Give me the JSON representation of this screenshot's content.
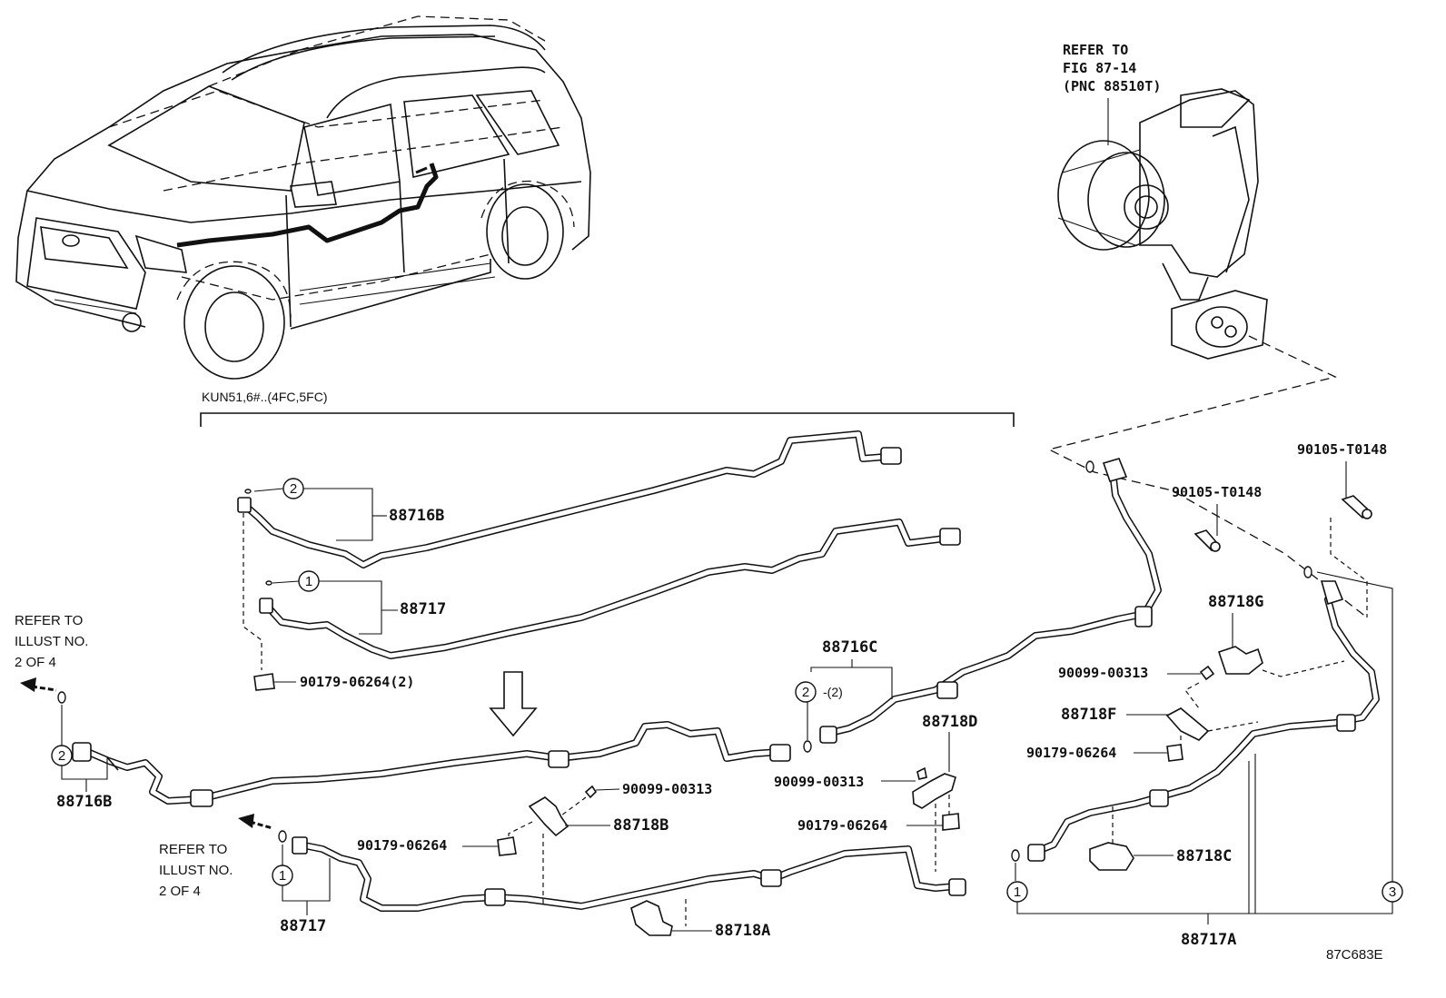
{
  "callouts": {
    "ref_fig_line1": "REFER TO",
    "ref_fig_line2": "FIG 87-14",
    "ref_fig_line3": "(PNC 88510T)",
    "model_code": "KUN51,6#..(4FC,5FC)",
    "refer_left_1": "REFER TO",
    "refer_left_2": "ILLUST NO.",
    "refer_left_3": "2 OF 4",
    "refer_mid_1": "REFER TO",
    "refer_mid_2": "ILLUST NO.",
    "refer_mid_3": "2 OF 4",
    "diagram_id": "87C683E"
  },
  "parts": {
    "p88716B_top": "88716B",
    "p88717_top": "88717",
    "p90179_top": "90179-06264(2)",
    "p88716C": "88716C",
    "p88716C_qty": "-(2)",
    "p88716B_left": "88716B",
    "p88717_bottom": "88717",
    "p90099_mid": "90099-00313",
    "p88718B": "88718B",
    "p90179_mid": "90179-06264",
    "p88718A": "88718A",
    "p88718D": "88718D",
    "p90099_d": "90099-00313",
    "p90179_d": "90179-06264",
    "p90105_a": "90105-T0148",
    "p90105_b": "90105-T0148",
    "p88718G": "88718G",
    "p90099_g": "90099-00313",
    "p88718F": "88718F",
    "p90179_f": "90179-06264",
    "p88718C": "88718C",
    "p88717A": "88717A"
  },
  "markers": {
    "m1": "1",
    "m2": "2",
    "m3": "3"
  }
}
